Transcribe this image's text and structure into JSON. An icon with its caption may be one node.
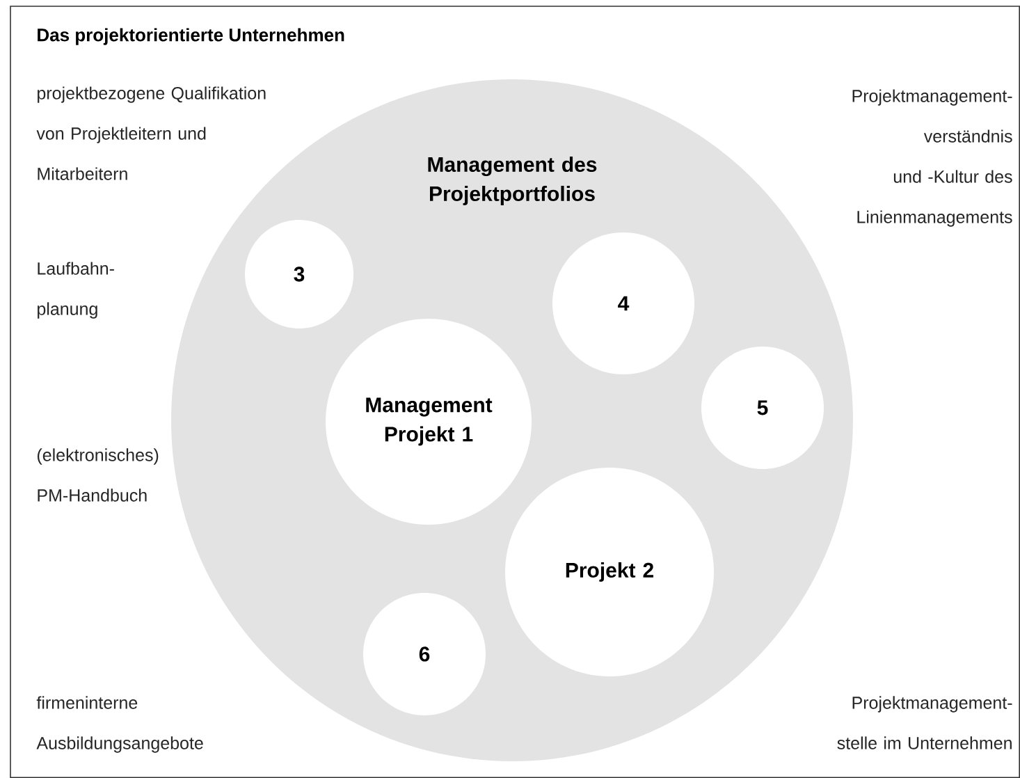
{
  "diagram": {
    "title": "Das projektorientierte Unternehmen",
    "nodes": [
      {
        "text": [
          "Management des Projektportfolios"
        ]
      },
      {
        "text": [
          "3"
        ],
        "in": 0
      },
      {
        "text": [
          "4"
        ],
        "in": 0
      },
      {
        "text": [
          "Management Projekt 1"
        ],
        "in": 0
      },
      {
        "text": [
          "5"
        ],
        "in": 0
      },
      {
        "text": [
          "Projekt 2"
        ],
        "in": 0
      },
      {
        "text": [
          "6"
        ],
        "in": 0
      }
    ],
    "labels": [
      "projektbezogene Qualifikation von Projektleitern und Mitarbeitern",
      "Projektmanagement- verständnis und -Kultur des Linienmanagements",
      "Laufbahn- planung",
      "(elektronisches) PM-Handbuch",
      "firmeninterne Ausbildungsangebote",
      "Projektmanagement- stelle im Unternehmen"
    ]
  }
}
